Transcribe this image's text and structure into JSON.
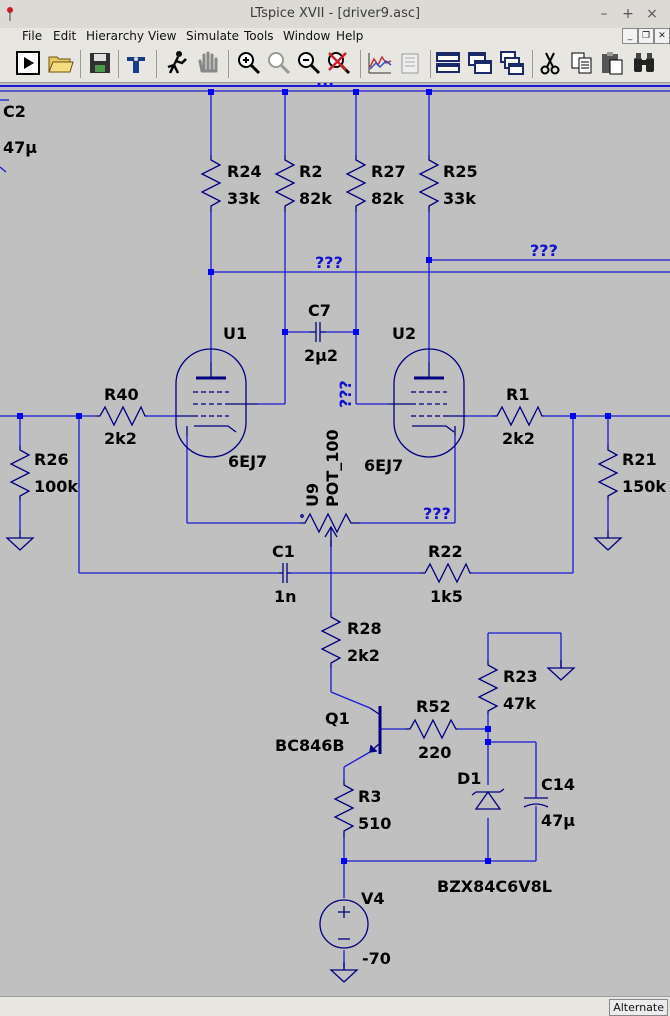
{
  "window": {
    "title": "LTspice XVII - [driver9.asc]"
  },
  "menu": [
    "File",
    "Edit",
    "Hierarchy",
    "View",
    "Simulate",
    "Tools",
    "Window",
    "Help"
  ],
  "toolbar": {
    "icons": [
      "run-icon",
      "open-icon",
      "save-icon",
      "control-panel-icon",
      "halt-icon",
      "pan-icon",
      "zoom-in-icon",
      "zoom-area-icon",
      "zoom-out-icon",
      "zoom-cancel-icon",
      "waveform-icon",
      "netlist-icon",
      "tile-vertical-icon",
      "tile-horizontal-icon",
      "cascade-icon",
      "cut-icon",
      "copy-icon",
      "paste-icon",
      "find-icon"
    ]
  },
  "schematic": {
    "components": {
      "C2": {
        "name": "C2",
        "value": "47µ"
      },
      "R24": {
        "name": "R24",
        "value": "33k"
      },
      "R2": {
        "name": "R2",
        "value": "82k"
      },
      "R27": {
        "name": "R27",
        "value": "82k"
      },
      "R25": {
        "name": "R25",
        "value": "33k"
      },
      "C7": {
        "name": "C7",
        "value": "2µ2"
      },
      "U1": {
        "name": "U1",
        "value": "6EJ7"
      },
      "U2": {
        "name": "U2",
        "value": "6EJ7"
      },
      "R40": {
        "name": "R40",
        "value": "2k2"
      },
      "R1": {
        "name": "R1",
        "value": "2k2"
      },
      "R26": {
        "name": "R26",
        "value": "100k"
      },
      "R21": {
        "name": "R21",
        "value": "150k"
      },
      "U9": {
        "name": "U9",
        "value": "POT_100"
      },
      "C1": {
        "name": "C1",
        "value": "1n"
      },
      "R22": {
        "name": "R22",
        "value": "1k5"
      },
      "R28": {
        "name": "R28",
        "value": "2k2"
      },
      "Q1": {
        "name": "Q1",
        "value": "BC846B"
      },
      "R52": {
        "name": "R52",
        "value": "220"
      },
      "R23": {
        "name": "R23",
        "value": "47k"
      },
      "D1": {
        "name": "D1",
        "value": "BZX84C6V8L"
      },
      "C14": {
        "name": "C14",
        "value": "47µ"
      },
      "R3": {
        "name": "R3",
        "value": "510"
      },
      "V4": {
        "name": "V4",
        "value": "-70"
      }
    },
    "unnamed_net_label": "???",
    "wire_ellipsis": "···"
  },
  "status": {
    "mode": "Alternate"
  },
  "colors": {
    "wire": "#1a1ad6",
    "junction": "#0000ff",
    "canvas": "#c0c0c0",
    "symbol": "#000080",
    "net_label": "#1010d0"
  }
}
